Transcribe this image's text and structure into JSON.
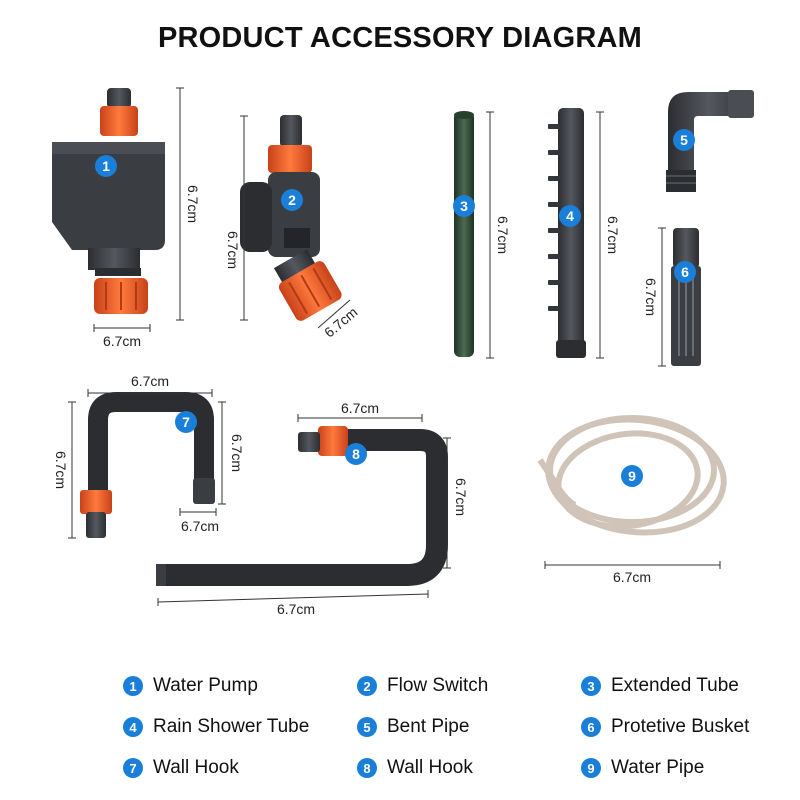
{
  "title": "PRODUCT ACCESSORY DIAGRAM",
  "dimension_label": "6.7cm",
  "colors": {
    "accent": "#f05a22",
    "part": "#3a3d42",
    "green_tube": "#2e4a34",
    "badge": "#1a7fd9",
    "hose": "#d8cfc4"
  },
  "parts": [
    {
      "number": "1",
      "name": "Water Pump"
    },
    {
      "number": "2",
      "name": "Flow Switch"
    },
    {
      "number": "3",
      "name": "Extended Tube"
    },
    {
      "number": "4",
      "name": "Rain Shower Tube"
    },
    {
      "number": "5",
      "name": "Bent Pipe"
    },
    {
      "number": "6",
      "name": "Protetive Busket"
    },
    {
      "number": "7",
      "name": "Wall Hook"
    },
    {
      "number": "8",
      "name": "Wall Hook"
    },
    {
      "number": "9",
      "name": "Water Pipe"
    }
  ]
}
